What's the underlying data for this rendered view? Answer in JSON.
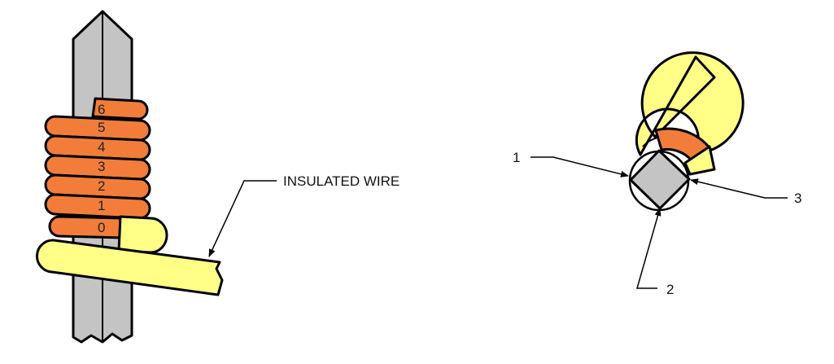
{
  "colors": {
    "post": "#c4c4c4",
    "coil": "#f27d3a",
    "insulation": "#ffff88",
    "outline": "#000000"
  },
  "left_figure": {
    "turn_numbers": [
      "6",
      "5",
      "4",
      "3",
      "2",
      "1",
      "0"
    ],
    "callout": "INSULATED WIRE"
  },
  "right_figure": {
    "callouts": [
      "1",
      "2",
      "3"
    ]
  }
}
